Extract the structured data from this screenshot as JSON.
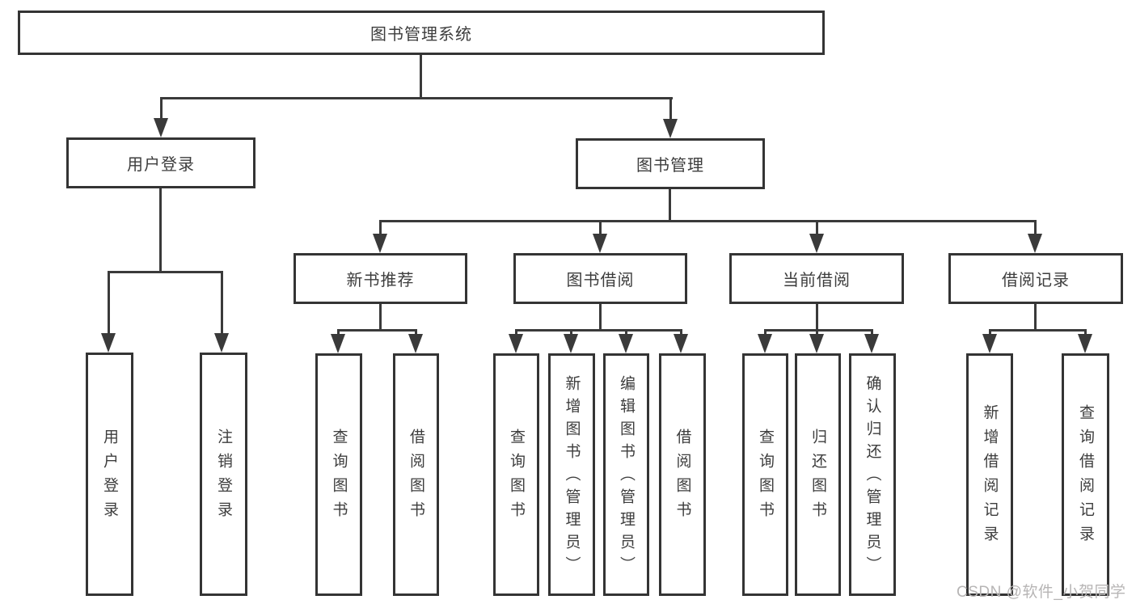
{
  "diagram_title": "图书管理系统",
  "colors": {
    "line": "#3a3a3a",
    "box_border": "#343434",
    "text": "#3d3d3d",
    "background": "#ffffff",
    "watermark_text_color": "#b7b5b5"
  },
  "watermark": {
    "text": "CSDN @软件_小贺同学"
  },
  "tree": {
    "label": "图书管理系统",
    "children": [
      {
        "label": "用户登录",
        "children": [
          {
            "label": "用户登录"
          },
          {
            "label": "注销登录"
          }
        ]
      },
      {
        "label": "图书管理",
        "children": [
          {
            "label": "新书推荐",
            "children": [
              {
                "label": "查询图书"
              },
              {
                "label": "借阅图书"
              }
            ]
          },
          {
            "label": "图书借阅",
            "children": [
              {
                "label": "查询图书"
              },
              {
                "label": "新增图书（管理员）"
              },
              {
                "label": "编辑图书（管理员）"
              },
              {
                "label": "借阅图书"
              }
            ]
          },
          {
            "label": "当前借阅",
            "children": [
              {
                "label": "查询图书"
              },
              {
                "label": "归还图书"
              },
              {
                "label": "确认归还（管理员）"
              }
            ]
          },
          {
            "label": "借阅记录",
            "children": [
              {
                "label": "新增借阅记录"
              },
              {
                "label": "查询借阅记录"
              }
            ]
          }
        ]
      }
    ]
  }
}
